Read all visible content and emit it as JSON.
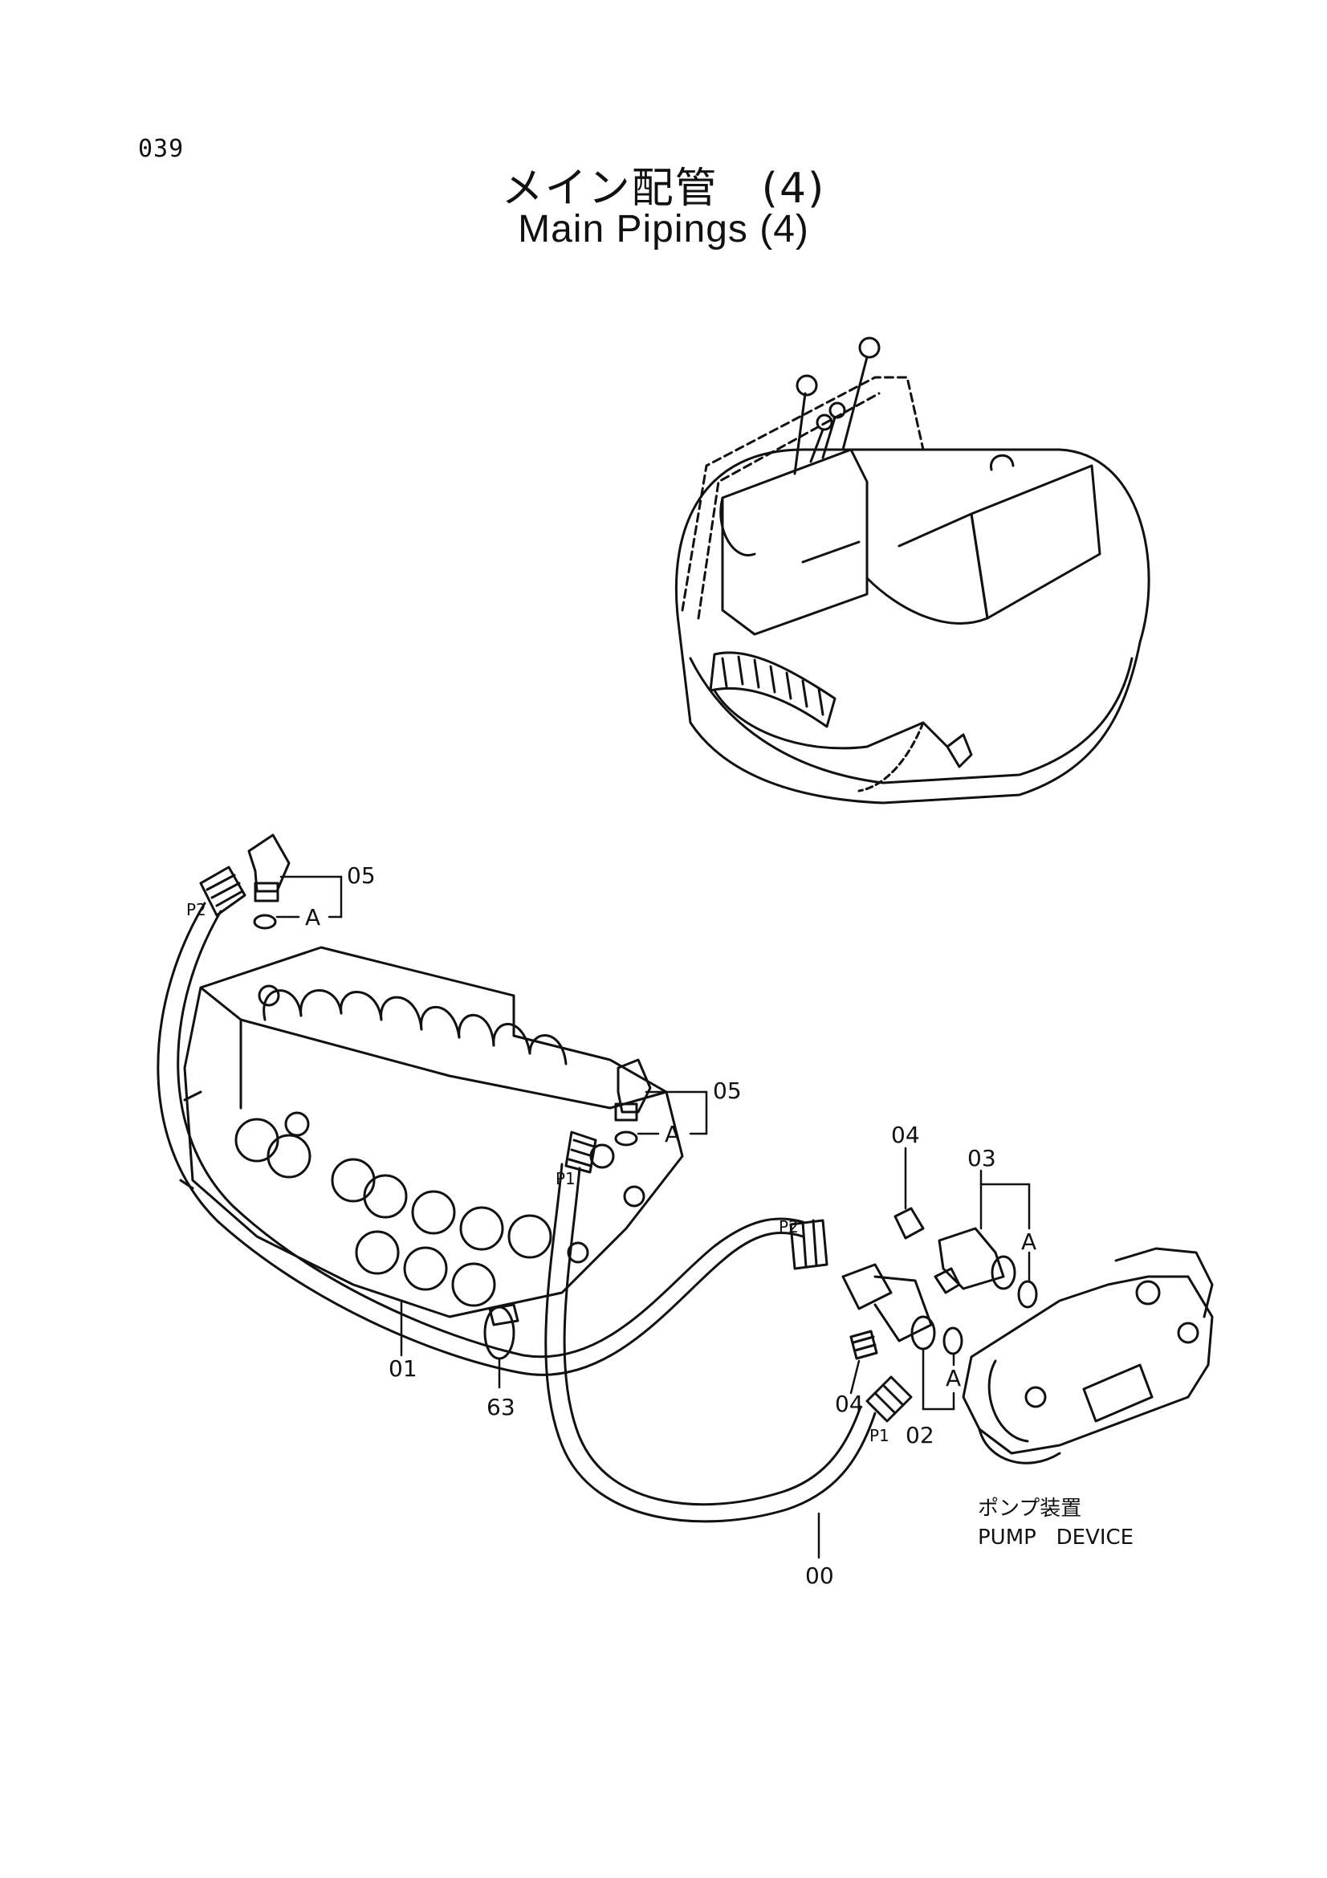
{
  "page_number": "039",
  "title_jp": "メイン配管　(4)",
  "title_en": "Main Pipings (4)",
  "callouts": {
    "c05_top": "05",
    "a_top": "A",
    "p2_left": "P2",
    "c05_mid": "05",
    "a_mid": "A",
    "p1_mid": "P1",
    "c04_top": "04",
    "c03": "03",
    "a_right_top": "A",
    "p2_right": "P2",
    "c04_bottom": "04",
    "a_right_bottom": "A",
    "p1_right": "P1",
    "c02": "02",
    "c01": "01",
    "c63": "63",
    "c00": "00"
  },
  "pump": {
    "label_jp": "ポンプ装置",
    "label_en": "PUMP   DEVICE"
  }
}
